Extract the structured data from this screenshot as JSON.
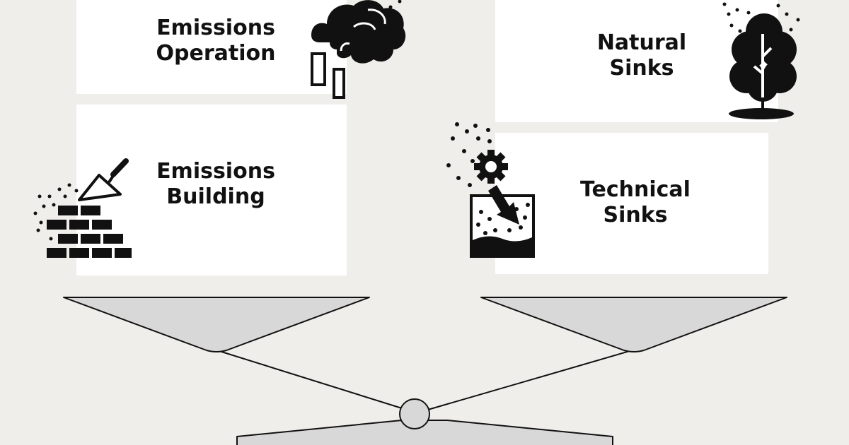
{
  "colors": {
    "background": "#f0eeea",
    "card": "#ffffff",
    "pan_fill": "#d8d8d8",
    "ink": "#111111"
  },
  "left_side": {
    "emissions_operation": {
      "line1": "Emissions",
      "line2": "Operation",
      "icon": "factory-smoke-icon"
    },
    "emissions_building": {
      "line1": "Emissions",
      "line2": "Building",
      "icon": "brick-wall-trowel-icon"
    }
  },
  "right_side": {
    "natural_sinks": {
      "line1": "Natural",
      "line2": "Sinks",
      "icon": "tree-icon"
    },
    "technical_sinks": {
      "line1": "Technical",
      "line2": "Sinks",
      "icon": "gear-capture-icon"
    }
  }
}
